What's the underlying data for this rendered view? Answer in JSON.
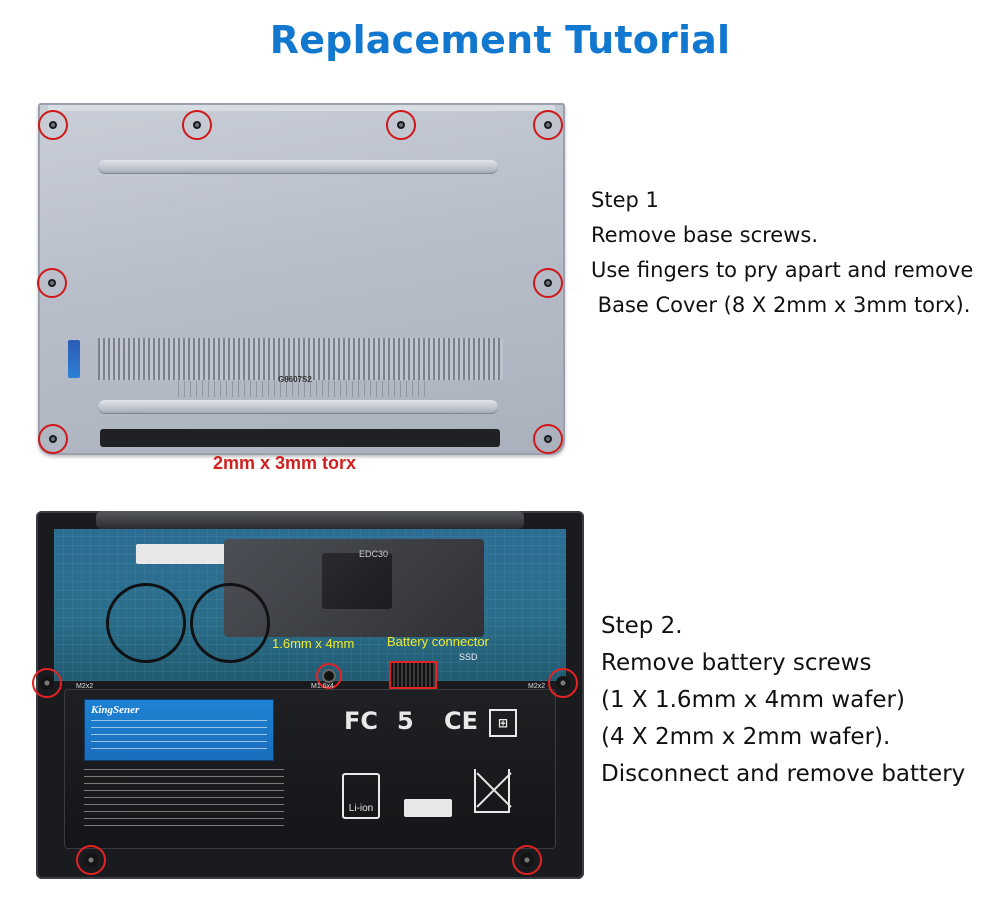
{
  "title": "Replacement Tutorial",
  "step1": {
    "caption": "2mm x 3mm torx",
    "base_code": "G8607S2",
    "lines": [
      "Step 1",
      "Remove base screws.",
      "Use fingers to pry apart and remove",
      " Base Cover (8 X 2mm x 3mm torx)."
    ]
  },
  "step2": {
    "label_screw": "1.6mm x 4mm",
    "label_connector": "Battery connector",
    "ssd_label": "SSD",
    "edc_label": "EDC30",
    "battery_brand": "KingSener",
    "screw_label_m2x2": "M2x2",
    "screw_label_m16x4": "M1.6x4",
    "cert_fc": "FC",
    "cert_five": "5",
    "cert_ce": "CE",
    "recycle_label": "Li-ion",
    "lines": [
      "Step 2.",
      "Remove battery screws",
      "(1 X 1.6mm x 4mm wafer)",
      "(4 X 2mm x 2mm wafer).",
      "Disconnect and remove battery"
    ]
  }
}
